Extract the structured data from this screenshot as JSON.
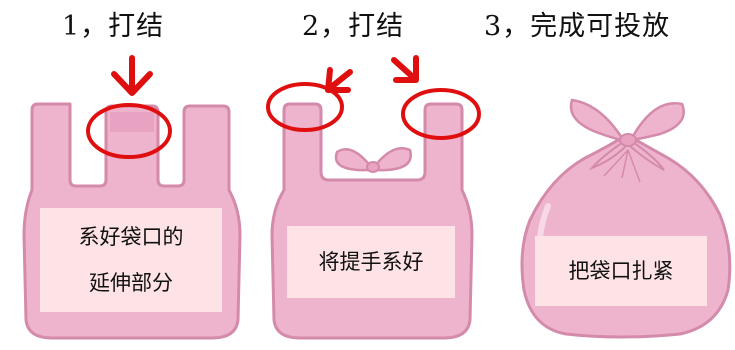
{
  "steps": [
    {
      "heading": "1，打结",
      "label_lines": [
        "系好袋口的",
        "延伸部分"
      ]
    },
    {
      "heading": "2，打结",
      "label_lines": [
        "将提手系好"
      ]
    },
    {
      "heading": "3，完成可投放",
      "label_lines": [
        "把袋口扎紧"
      ]
    }
  ],
  "colors": {
    "bag_fill": "#efb4cd",
    "bag_outline": "#d48aab",
    "highlight_ring": "#e00f0f",
    "label_bg": "#fde3e6"
  }
}
